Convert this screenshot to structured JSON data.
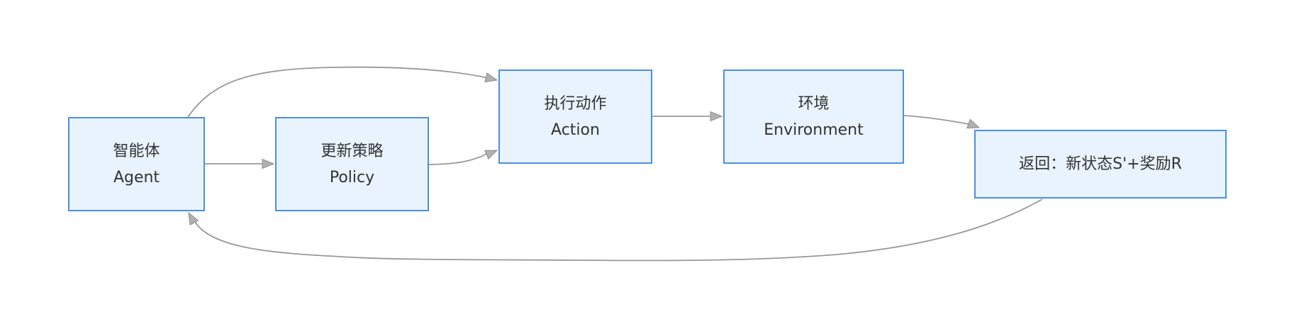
{
  "diagram": {
    "type": "flowchart",
    "nodes": {
      "agent": {
        "lines": [
          "智能体",
          "Agent"
        ]
      },
      "policy": {
        "lines": [
          "更新策略",
          "Policy"
        ]
      },
      "action": {
        "lines": [
          "执行动作",
          "Action"
        ]
      },
      "environment": {
        "lines": [
          "环境",
          "Environment"
        ]
      },
      "feedback": {
        "lines": [
          "返回：新状态S'+奖励R"
        ]
      }
    },
    "edges": [
      {
        "from": "agent",
        "to": "policy"
      },
      {
        "from": "agent",
        "to": "action"
      },
      {
        "from": "policy",
        "to": "action"
      },
      {
        "from": "action",
        "to": "environment"
      },
      {
        "from": "environment",
        "to": "feedback"
      },
      {
        "from": "feedback",
        "to": "agent"
      }
    ],
    "colors": {
      "node_fill": "#e8f3fd",
      "node_border": "#4b90e2",
      "edge_line": "#999999",
      "arrowhead_fill": "#b0b0b0",
      "arrowhead_stroke": "#8f8f8f",
      "text": "#333333",
      "background": "#ffffff"
    }
  }
}
